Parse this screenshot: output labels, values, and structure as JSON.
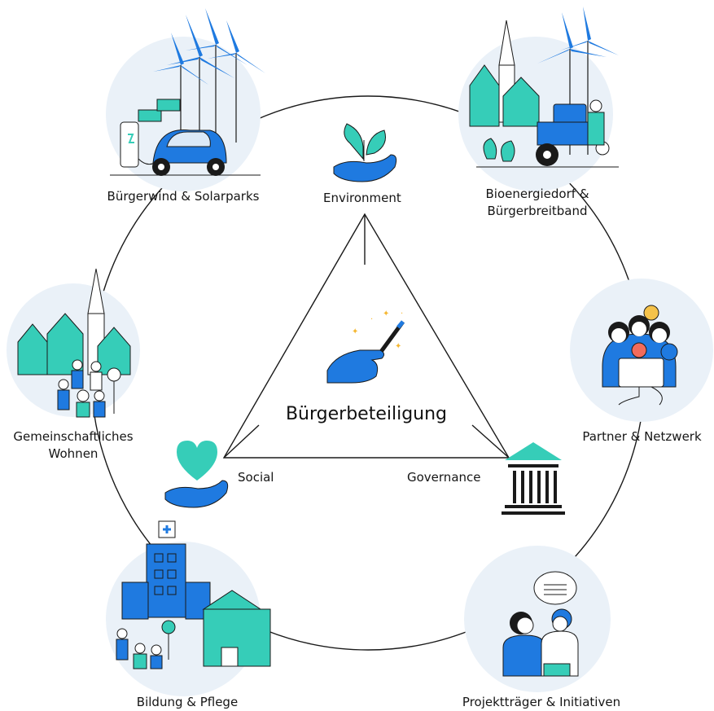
{
  "center": {
    "title": "Bürgerbeteiligung"
  },
  "triangle": {
    "environment": "Environment",
    "social": "Social",
    "governance": "Governance"
  },
  "nodes": {
    "wind": "Bürgerwind & Solarparks",
    "bioenergie": [
      "Bioenergiedorf &",
      "Bürgerbreitband"
    ],
    "wohnen": [
      "Gemeinschaftliches",
      "Wohnen"
    ],
    "partner": "Partner & Netzwerk",
    "bildung": "Bildung & Pflege",
    "projekt": "Projektträger & Initiativen"
  },
  "colors": {
    "blue": "#1f7ae0",
    "teal": "#36cdb8",
    "halo": "#eaf1f8",
    "line": "#1a1a1a"
  },
  "icons": [
    "plant-hand-icon",
    "heart-hand-icon",
    "bank-building-icon",
    "magic-wand-hand-icon"
  ]
}
